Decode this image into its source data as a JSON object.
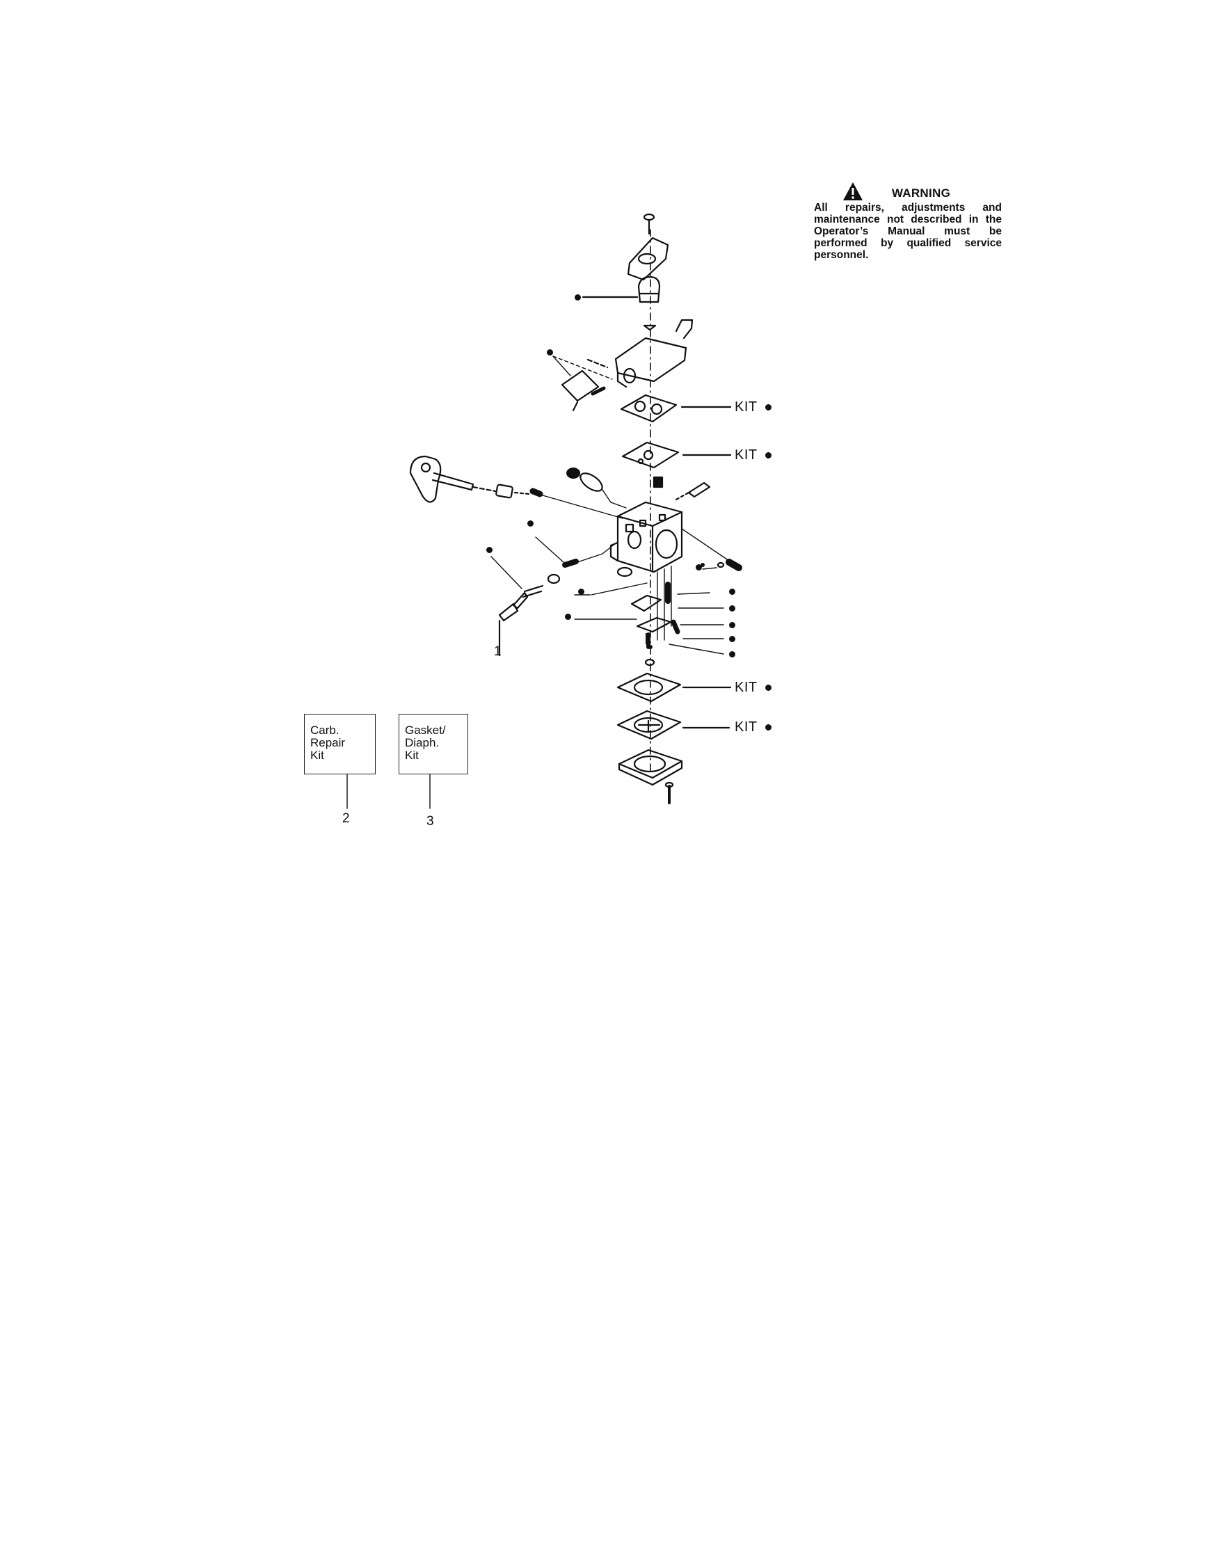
{
  "warning": {
    "title": "WARNING",
    "text": "All repairs, adjustments and maintenance not described in the Operator’s Manual must be performed by qualified service personnel.",
    "icon": "warning-triangle-icon"
  },
  "kit_boxes": [
    {
      "lines": [
        "Carb.",
        "Repair",
        "Kit"
      ],
      "ref": "2"
    },
    {
      "lines": [
        "Gasket/",
        "Diaph.",
        "Kit"
      ],
      "ref": "3"
    }
  ],
  "callouts": {
    "kit_label": "KIT",
    "part_1": "1",
    "kit_markers": [
      "KIT",
      "KIT",
      "KIT",
      "KIT"
    ]
  }
}
